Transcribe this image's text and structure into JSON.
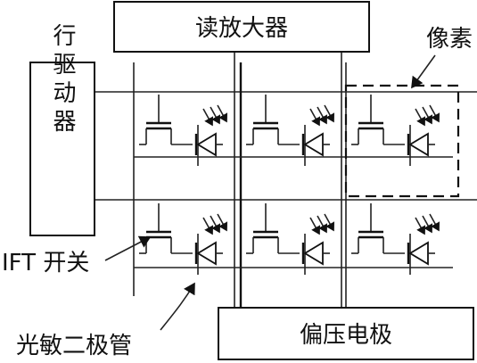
{
  "labels": {
    "readout_amp": "读放大器",
    "row_driver": "行驱动器",
    "pixel": "像素",
    "tft_switch": "IFT 开关",
    "photodiode": "光敏二极管",
    "bias_electrode": "偏压电极"
  },
  "colors": {
    "line": "#111111",
    "background": "#ffffff"
  }
}
